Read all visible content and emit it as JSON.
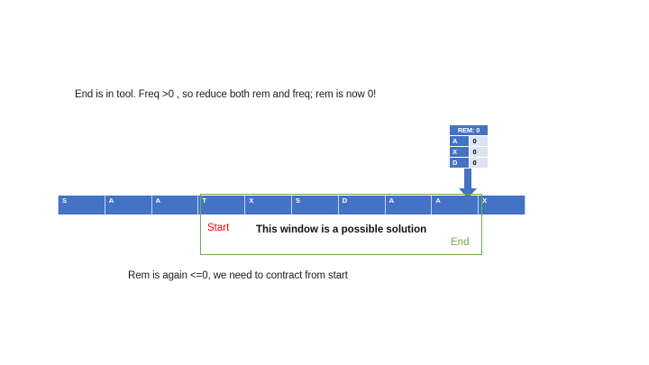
{
  "slide": {
    "background_color": "#ffffff",
    "accent_blue": "#4472C4",
    "accent_green": "#70AD47",
    "accent_red": "#FF0000",
    "table_value_bg": "#DCE3F4"
  },
  "captions": {
    "top": "End is in tool. Freq >0 , so reduce both rem and freq; rem is now 0!",
    "bottom": "Rem is again <=0, we need to contract from start"
  },
  "rem_table": {
    "header": "REM: 0",
    "rows": [
      {
        "key": "A",
        "value": "0"
      },
      {
        "key": "X",
        "value": "0"
      },
      {
        "key": "D",
        "value": "0"
      }
    ]
  },
  "arrow": {
    "icon": "arrow-down-icon",
    "color": "#4472C4"
  },
  "sequence": {
    "cells": [
      {
        "letter": "S"
      },
      {
        "letter": "A"
      },
      {
        "letter": "A"
      },
      {
        "letter": "T"
      },
      {
        "letter": "X"
      },
      {
        "letter": "S"
      },
      {
        "letter": "D"
      },
      {
        "letter": "A"
      },
      {
        "letter": "A"
      },
      {
        "letter": "X"
      }
    ]
  },
  "window": {
    "start_label": "Start",
    "end_label": "End",
    "message": "This window is a possible solution"
  }
}
